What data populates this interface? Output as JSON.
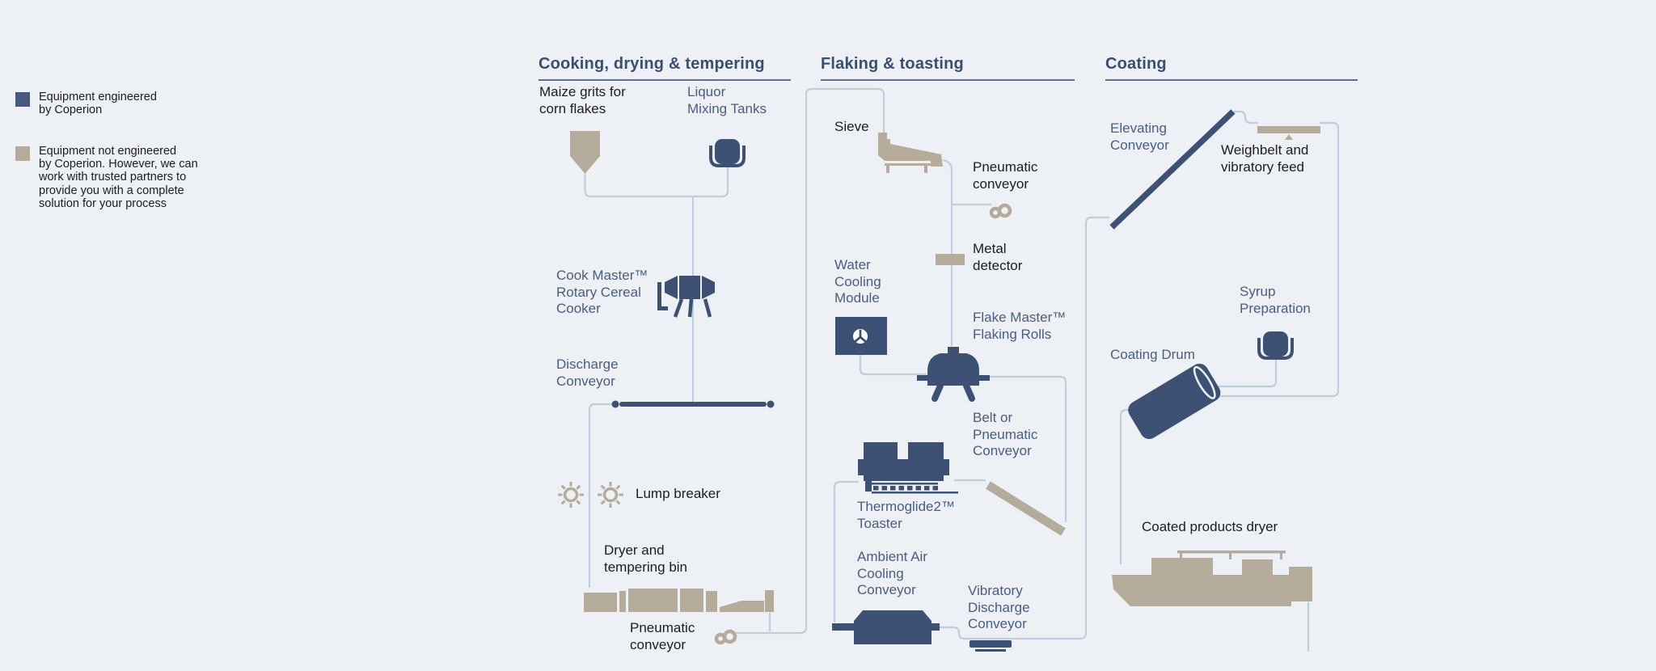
{
  "colors": {
    "background": "#edf1f5",
    "navy_equipment": "#3d5174",
    "tan_equipment": "#b5ab9b",
    "connector_line": "#bdcfdd",
    "header_text": "#3a4e70",
    "label_blue": "#4a5d80",
    "label_black": "#1d1d1b"
  },
  "legend": {
    "engineered": "Equipment engineered\nby Coperion",
    "not_engineered": "Equipment not engineered\nby Coperion. However, we can\nwork with trusted partners to\nprovide you with a complete\nsolution for your process"
  },
  "sections": {
    "s1": "Cooking, drying & tempering",
    "s2": "Flaking & toasting",
    "s3": "Coating"
  },
  "labels": {
    "maize": "Maize grits for\ncorn flakes",
    "liquor": "Liquor\nMixing Tanks",
    "cookmaster": "Cook Master™\nRotary Cereal\nCooker",
    "discharge": "Discharge\nConveyor",
    "lump": "Lump breaker",
    "dryer_bin": "Dryer and\ntempering bin",
    "pneumatic1": "Pneumatic\nconveyor",
    "sieve": "Sieve",
    "pneumatic2": "Pneumatic\nconveyor",
    "metal": "Metal\ndetector",
    "water_cooling": "Water\nCooling\nModule",
    "flakemaster": "Flake Master™\nFlaking Rolls",
    "belt": "Belt or\nPneumatic\nConveyor",
    "thermoglide": "Thermoglide2™\nToaster",
    "ambient": "Ambient Air\nCooling\nConveyor",
    "vibratory": "Vibratory\nDischarge\nConveyor",
    "elevating": "Elevating\nConveyor",
    "weighbelt": "Weighbelt and\nvibratory feed",
    "syrup": "Syrup\nPreparation",
    "coating_drum": "Coating Drum",
    "coated_dryer": "Coated products dryer"
  }
}
